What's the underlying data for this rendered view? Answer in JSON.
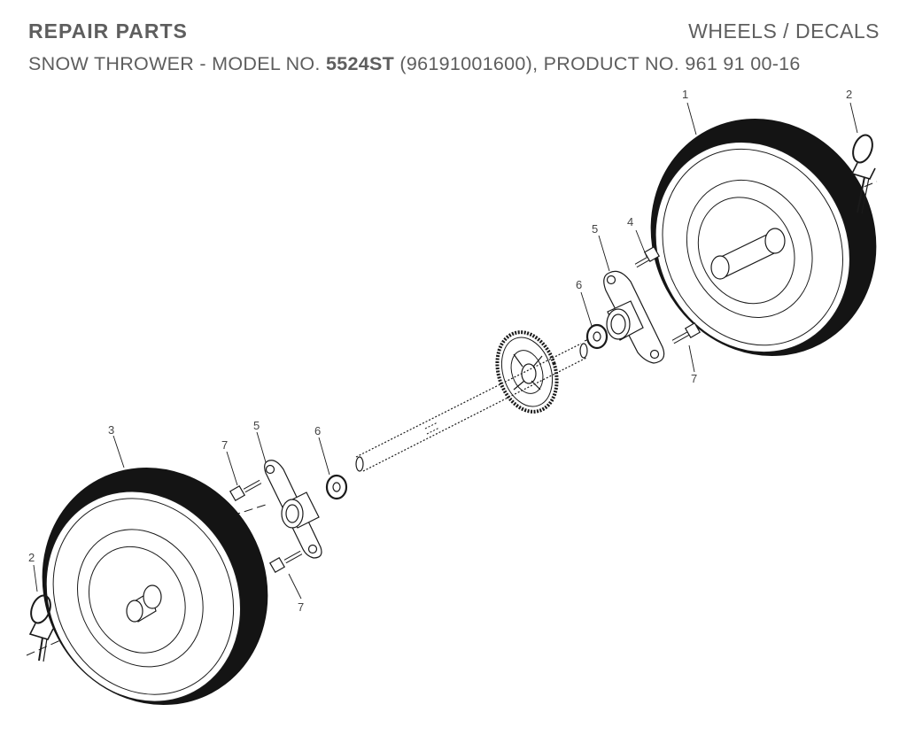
{
  "header": {
    "title": "REPAIR PARTS",
    "section": "WHEELS / DECALS",
    "model_prefix": "SNOW THROWER - MODEL NO.",
    "model_no": "5524ST",
    "model_suffix": "(96191001600), PRODUCT NO. 961 91 00-16"
  },
  "callouts": {
    "c1": "1",
    "c2_top": "2",
    "c3": "3",
    "c4": "4",
    "c5_right": "5",
    "c6_right": "6",
    "c7_right": "7",
    "c7_left_top": "7",
    "c5_left": "5",
    "c6_left": "6",
    "c2_left": "2",
    "c7_left_bottom": "7"
  },
  "colors": {
    "ink": "#1a1a1a",
    "tire": "#141414",
    "paper": "#ffffff",
    "text": "#5e5e5e"
  }
}
